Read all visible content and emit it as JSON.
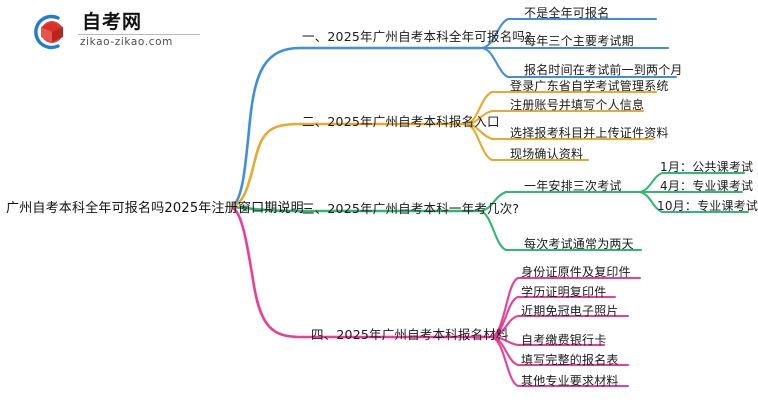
{
  "logo": {
    "name_cn": "自考网",
    "domain": "zikao-zikao.com",
    "mark_icon": "graduation-cap-icon",
    "colors": {
      "ring": "#1a7fd4",
      "cap": "#d9352a"
    }
  },
  "mindmap": {
    "root": {
      "label": "广州自考本科全年可报名吗2025年注册窗口期说明"
    },
    "branches": [
      {
        "label": "一、2025年广州自考本科全年可报名吗?",
        "color": "#3f8fe0",
        "children": [
          {
            "label": "不是全年可报名"
          },
          {
            "label": "每年三个主要考试期"
          },
          {
            "label": "报名时间在考试前一到两个月"
          }
        ]
      },
      {
        "label": "二、2025年广州自考本科报名入口",
        "color": "#e9a92c",
        "children": [
          {
            "label": "登录广东省自学考试管理系统"
          },
          {
            "label": "注册账号并填写个人信息"
          },
          {
            "label": "选择报考科目并上传证件资料"
          },
          {
            "label": "现场确认资料"
          }
        ]
      },
      {
        "label": "三、2025年广州自考本科一年考几次?",
        "color": "#2eb872",
        "children": [
          {
            "label": "一年安排三次考试",
            "children": [
              {
                "label": "1月：公共课考试"
              },
              {
                "label": "4月：专业课考试"
              },
              {
                "label": "10月：专业课考试"
              }
            ]
          },
          {
            "label": "每次考试通常为两天"
          }
        ]
      },
      {
        "label": "四、2025年广州自考本科报名材料",
        "color": "#ee3d96",
        "children": [
          {
            "label": "身份证原件及复印件"
          },
          {
            "label": "学历证明复印件"
          },
          {
            "label": "近期免冠电子照片"
          },
          {
            "label": "自考缴费银行卡"
          },
          {
            "label": "填写完整的报名表"
          },
          {
            "label": "其他专业要求材料"
          }
        ]
      }
    ]
  }
}
